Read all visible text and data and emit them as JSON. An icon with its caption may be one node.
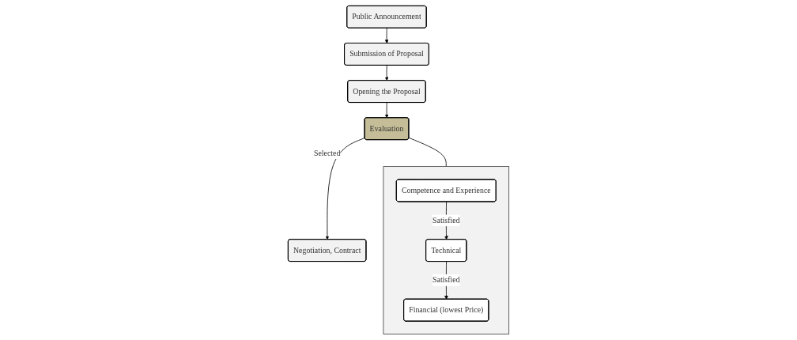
{
  "diagram": {
    "nodes": [
      {
        "text": [
          "Public Announcement"
        ]
      },
      {
        "text": [
          "Submission of Proposal"
        ]
      },
      {
        "text": [
          "Opening the Proposal"
        ]
      },
      {
        "text": [
          "Evaluation"
        ]
      },
      {
        "text": [
          "Negotiation, Contract"
        ]
      },
      {
        "text": [],
        "shape": "box"
      },
      {
        "text": [
          "Competence and Experience"
        ],
        "in": 5
      },
      {
        "text": [
          "Technical"
        ],
        "in": 5
      },
      {
        "text": [
          "Financial (lowest Price)"
        ],
        "in": 5
      }
    ],
    "edges": [
      {
        "from": 0,
        "to": 1,
        "arrow": "to"
      },
      {
        "from": 1,
        "to": 2,
        "arrow": "to"
      },
      {
        "from": 2,
        "to": 3,
        "arrow": "to"
      },
      {
        "from": 3,
        "to": 4,
        "arrow": "to",
        "label": "Selected"
      },
      {
        "from": 3,
        "to": 5,
        "arrow": "none"
      },
      {
        "from": 6,
        "to": 7,
        "arrow": "to",
        "label": "Satisfied"
      },
      {
        "from": 7,
        "to": 8,
        "arrow": "to",
        "label": "Satisfied"
      }
    ]
  }
}
